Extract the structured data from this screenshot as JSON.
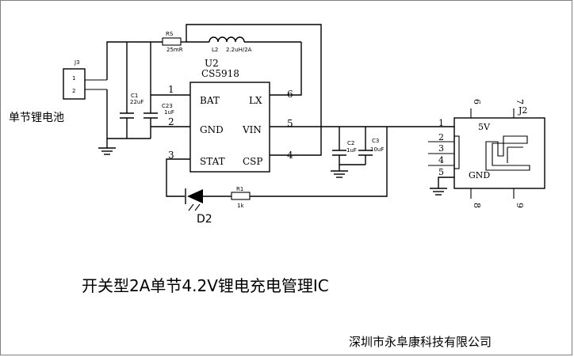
{
  "title": "开关型2A单节4.2V锂电充电管理IC",
  "company": "深圳市永阜康科技有限公司",
  "battery": {
    "ref": "J3",
    "pins": [
      "1",
      "2"
    ],
    "label": "单节锂电池"
  },
  "ic": {
    "ref": "U2",
    "part": "CS5918",
    "pins": {
      "bat": "BAT",
      "gnd": "GND",
      "stat": "STAT",
      "lx": "LX",
      "vin": "VIN",
      "csp": "CSP"
    },
    "pin_numbers": {
      "bat": "1",
      "gnd": "2",
      "stat": "3",
      "lx": "6",
      "vin": "5",
      "csp": "4"
    }
  },
  "components": {
    "rs": {
      "ref": "RS",
      "value": "25mR"
    },
    "l2": {
      "ref": "L2",
      "value": "2.2uH/2A"
    },
    "c1": {
      "ref": "C1",
      "value": "22uF"
    },
    "c23": {
      "ref": "C23",
      "value": "1uF"
    },
    "c2": {
      "ref": "C2",
      "value": "1uF"
    },
    "c3": {
      "ref": "C3",
      "value": "10uF"
    },
    "r1": {
      "ref": "R1",
      "value": "1k"
    },
    "d2": {
      "ref": "D2"
    }
  },
  "usb": {
    "ref": "J2",
    "top_pins": [
      "6",
      "7"
    ],
    "bottom_pins": [
      "8",
      "9"
    ],
    "pins": [
      "1",
      "2",
      "3",
      "4",
      "5"
    ],
    "vbus_label": "5V",
    "gnd_label": "GND"
  }
}
